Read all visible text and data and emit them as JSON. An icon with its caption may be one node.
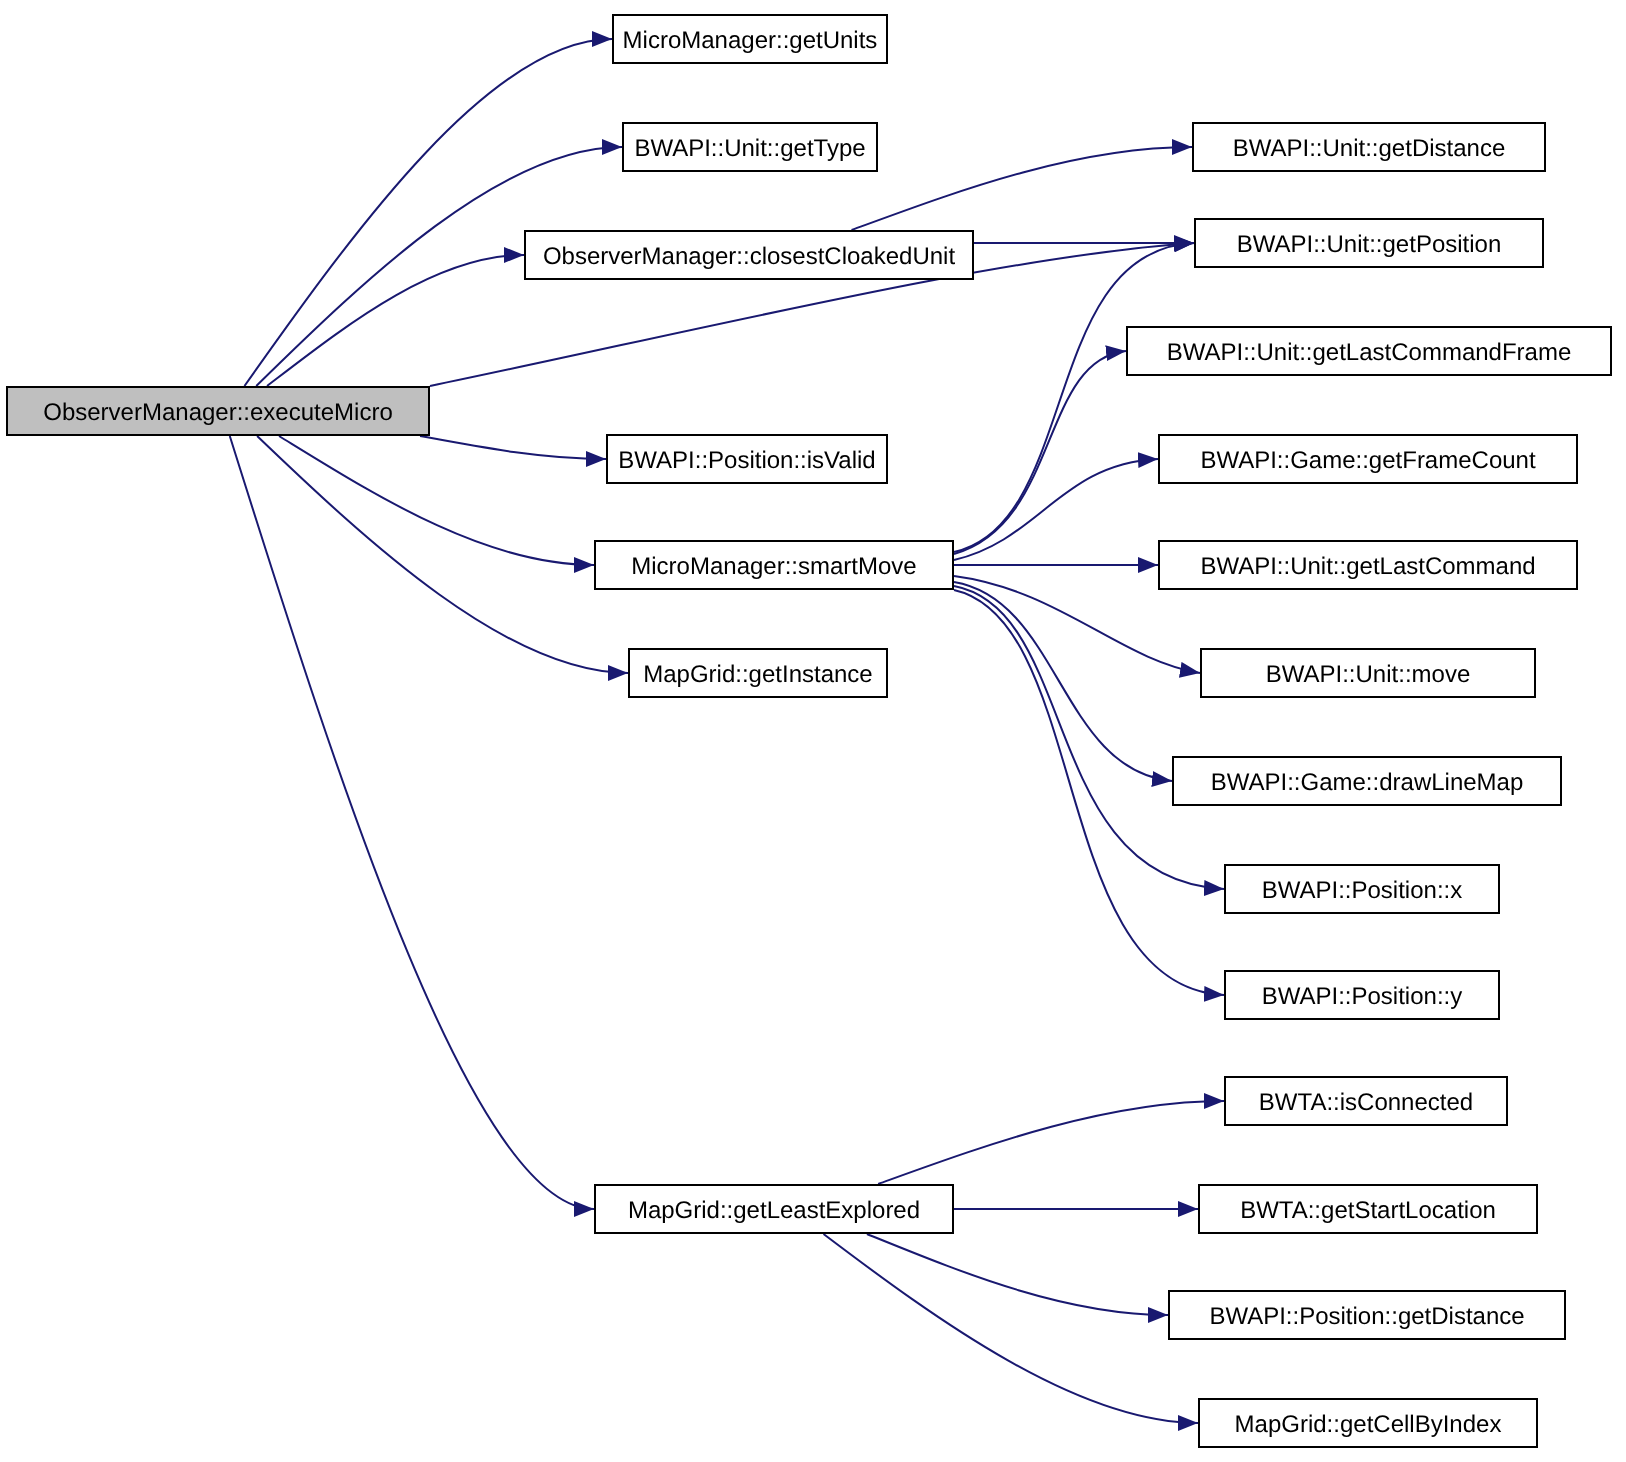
{
  "diagram": {
    "nodes": [
      {
        "text": [
          "ObserverManager::executeMicro"
        ]
      },
      {
        "text": [
          "MicroManager::getUnits"
        ]
      },
      {
        "text": [
          "BWAPI::Unit::getType"
        ]
      },
      {
        "text": [
          "ObserverManager::closestCloakedUnit"
        ]
      },
      {
        "text": [
          "BWAPI::Unit::getDistance"
        ]
      },
      {
        "text": [
          "BWAPI::Unit::getPosition"
        ]
      },
      {
        "text": [
          "BWAPI::Position::isValid"
        ]
      },
      {
        "text": [
          "MicroManager::smartMove"
        ]
      },
      {
        "text": [
          "BWAPI::Unit::getLastCommandFrame"
        ]
      },
      {
        "text": [
          "BWAPI::Game::getFrameCount"
        ]
      },
      {
        "text": [
          "BWAPI::Unit::getLastCommand"
        ]
      },
      {
        "text": [
          "BWAPI::Unit::move"
        ]
      },
      {
        "text": [
          "MapGrid::getInstance"
        ]
      },
      {
        "text": [
          "BWAPI::Game::drawLineMap"
        ]
      },
      {
        "text": [
          "BWAPI::Position::x"
        ]
      },
      {
        "text": [
          "BWAPI::Position::y"
        ]
      },
      {
        "text": [
          "MapGrid::getLeastExplored"
        ]
      },
      {
        "text": [
          "BWTA::isConnected"
        ]
      },
      {
        "text": [
          "BWTA::getStartLocation"
        ]
      },
      {
        "text": [
          "BWAPI::Position::getDistance"
        ]
      },
      {
        "text": [
          "MapGrid::getCellByIndex"
        ]
      }
    ],
    "edges": [
      {
        "from": 0,
        "to": 1,
        "arrow": "to"
      },
      {
        "from": 0,
        "to": 2,
        "arrow": "to"
      },
      {
        "from": 0,
        "to": 3,
        "arrow": "to"
      },
      {
        "from": 0,
        "to": 5,
        "arrow": "to"
      },
      {
        "from": 0,
        "to": 6,
        "arrow": "to"
      },
      {
        "from": 0,
        "to": 7,
        "arrow": "to"
      },
      {
        "from": 0,
        "to": 12,
        "arrow": "to"
      },
      {
        "from": 0,
        "to": 16,
        "arrow": "to"
      },
      {
        "from": 3,
        "to": 4,
        "arrow": "to"
      },
      {
        "from": 3,
        "to": 5,
        "arrow": "to"
      },
      {
        "from": 7,
        "to": 5,
        "arrow": "to"
      },
      {
        "from": 7,
        "to": 8,
        "arrow": "to"
      },
      {
        "from": 7,
        "to": 9,
        "arrow": "to"
      },
      {
        "from": 7,
        "to": 10,
        "arrow": "to"
      },
      {
        "from": 7,
        "to": 11,
        "arrow": "to"
      },
      {
        "from": 7,
        "to": 13,
        "arrow": "to"
      },
      {
        "from": 7,
        "to": 14,
        "arrow": "to"
      },
      {
        "from": 7,
        "to": 15,
        "arrow": "to"
      },
      {
        "from": 16,
        "to": 17,
        "arrow": "to"
      },
      {
        "from": 16,
        "to": 18,
        "arrow": "to"
      },
      {
        "from": 16,
        "to": 19,
        "arrow": "to"
      },
      {
        "from": 16,
        "to": 20,
        "arrow": "to"
      }
    ]
  }
}
